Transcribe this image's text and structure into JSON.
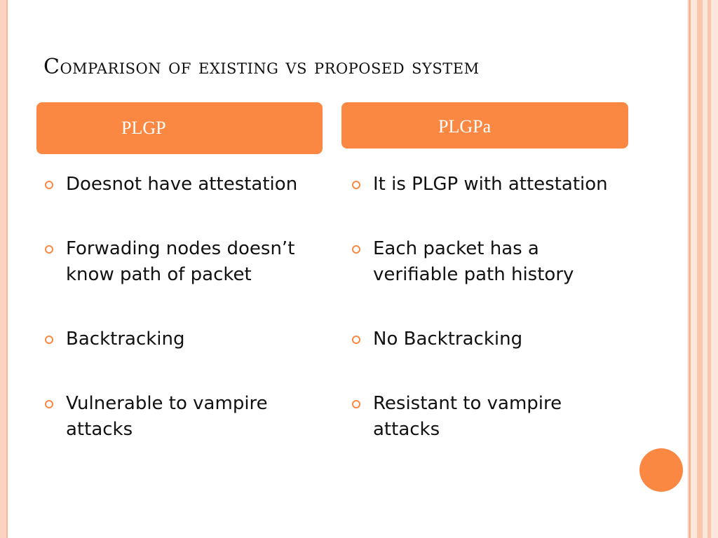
{
  "slide": {
    "title": "Comparison of existing vs proposed system",
    "left": {
      "header": "PLGP",
      "bullets": [
        "Doesnot have attestation",
        "Forwading nodes doesn’t know path of packet",
        "Backtracking",
        "Vulnerable to vampire attacks"
      ]
    },
    "right": {
      "header": "PLGPa",
      "bullets": [
        "It is PLGP with attestation",
        "Each packet has a verifiable path history",
        "No Backtracking",
        "Resistant to vampire attacks"
      ]
    }
  },
  "colors": {
    "accent": "#fb8842",
    "frame_light": "#fbd3c0",
    "frame_band": "#fde6da",
    "text": "#111111"
  }
}
